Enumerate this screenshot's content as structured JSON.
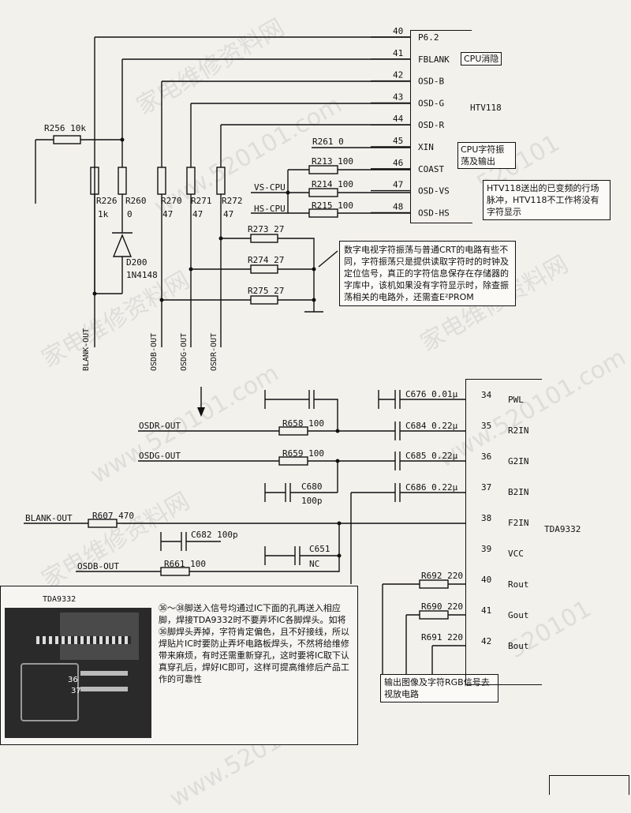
{
  "pins_top": [
    {
      "num": "40",
      "name": "P6.2"
    },
    {
      "num": "41",
      "name": "FBLANK"
    },
    {
      "num": "42",
      "name": "OSD-B"
    },
    {
      "num": "43",
      "name": "OSD-G"
    },
    {
      "num": "44",
      "name": "OSD-R"
    },
    {
      "num": "45",
      "name": "XIN"
    },
    {
      "num": "46",
      "name": "COAST"
    },
    {
      "num": "47",
      "name": "OSD-VS"
    },
    {
      "num": "48",
      "name": "OSD-HS"
    }
  ],
  "ic_top": "HTV118",
  "ic_bottom": "TDA9332",
  "pins_bottom": [
    {
      "num": "34",
      "name": "PWL"
    },
    {
      "num": "35",
      "name": "R2IN"
    },
    {
      "num": "36",
      "name": "G2IN"
    },
    {
      "num": "37",
      "name": "B2IN"
    },
    {
      "num": "38",
      "name": "F2IN"
    },
    {
      "num": "39",
      "name": "VCC"
    },
    {
      "num": "40",
      "name": "Rout"
    },
    {
      "num": "41",
      "name": "Gout"
    },
    {
      "num": "42",
      "name": "Bout"
    }
  ],
  "components": {
    "r256": "R256 10k",
    "r261": "R261 0",
    "r213": "R213 100",
    "r214": "R214 100",
    "r215": "R215 100",
    "r226": "R226",
    "r226v": "1k",
    "r260": "R260",
    "r260v": "0",
    "r270": "R270",
    "r270v": "47",
    "r271": "R271",
    "r271v": "47",
    "r272": "R272",
    "r272v": "47",
    "d200": "D200",
    "d200v": "1N4148",
    "r273": "R273 27",
    "r274": "R274 27",
    "r275": "R275 27",
    "c676": "C676 0.01μ",
    "c684": "C684 0.22μ",
    "c685": "C685 0.22μ",
    "c686": "C686 0.22μ",
    "r658": "R658 100",
    "r659": "R659 100",
    "c680": "C680",
    "c680v": "100p",
    "r607": "R607 470",
    "c682": "C682 100p",
    "c651": "C651",
    "c651v": "NC",
    "r661": "R661 100",
    "r692": "R692 220",
    "r690": "R690 220",
    "r691": "R691 220"
  },
  "nets": {
    "vs_cpu": "VS-CPU",
    "hs_cpu": "HS-CPU",
    "blank_out_v": "BLANK-OUT",
    "osdb_out_v": "OSDB-OUT",
    "osdg_out_v": "OSDG-OUT",
    "osdr_out_v": "OSDR-OUT",
    "osdr_out": "OSDR-OUT",
    "osdg_out": "OSDG-OUT",
    "blank_out": "BLANK-OUT",
    "osdb_out": "OSDB-OUT"
  },
  "notes": {
    "cpu_blank": "CPU消隐",
    "cpu_osc": "CPU字符振荡及输出",
    "htv_pulse": "HTV118送出的已变频的行场脉冲，HTV118不工作将没有字符显示",
    "main_note": "数字电视字符振荡与普通CRT的电路有些不同，字符振荡只是提供读取字符时的时钟及定位信号，真正的字符信息保存在存储器的字库中，该机如果没有字符显示时，除查振荡相关的电路外，还需查E²PROM",
    "rgb_out": "输出图像及字符RGB信号去视放电路",
    "solder_note": "㊱～㊳脚送入信号均通过IC下面的孔再送入相应脚，焊接TDA9332时不要弄坏IC各脚焊头。如将㊱脚焊头弄掉，字符肯定偏色，且不好接线，所以焊贴片IC时要防止弄坏电路板焊头，不然将给维修带来麻烦，有时还需重新穿孔，这时要将IC取下认真穿孔后，焊好IC即可，这样可提高维修后产品工作的可靠性",
    "photo_label": "TDA9332",
    "photo_pin_a": "36",
    "photo_pin_b": "37"
  },
  "watermarks": [
    "家电维修资料网",
    "www.520101.com",
    "520101",
    "家电维修资料网",
    "www.520101.com",
    "家电维修资料网",
    "www.520101.com",
    "520101",
    "家电维修资料网",
    "www.520101.com"
  ]
}
